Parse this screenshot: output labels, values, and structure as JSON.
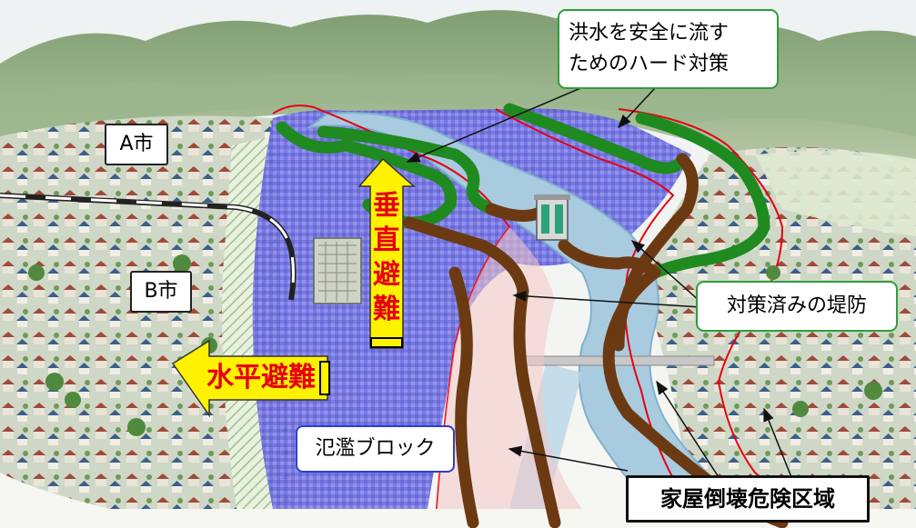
{
  "labels": {
    "hard_measures": [
      "洪水を安全に流す",
      "ためのハード対策"
    ],
    "city_a": "A市",
    "city_b": "B市",
    "vertical_evacuation": [
      "垂",
      "直",
      "避",
      "難"
    ],
    "horizontal_evacuation": "水平避難",
    "completed_levee": "対策済みの堤防",
    "flood_block": "氾濫ブロック",
    "collapse_zone": "家屋倒壊危険区域"
  },
  "colors": {
    "improved_levee": "#1f8a1f",
    "unimproved_levee": "#6b3a12",
    "flood_area": "#5a5ad8",
    "danger_outline": "#e60012",
    "arrow_fill": "#fff200",
    "arrow_text": "#e60012"
  }
}
